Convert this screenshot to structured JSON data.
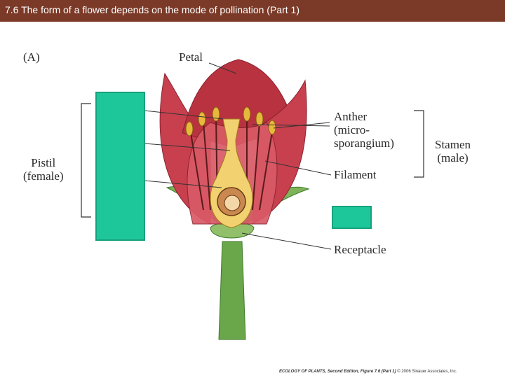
{
  "header": {
    "title": "7.6  The form of a flower depends on the mode of pollination (Part 1)"
  },
  "figure": {
    "panel_label": "(A)",
    "labels": {
      "petal": "Petal",
      "anther": "Anther\n(micro-\nsporangium)",
      "filament": "Filament",
      "receptacle": "Receptacle",
      "stamen": "Stamen\n(male)",
      "pistil": "Pistil\n(female)"
    }
  },
  "credit": {
    "book": "ECOLOGY OF PLANTS, Second Edition, Figure 7.6 (Part 1)",
    "copyright": "© 2006 Sinauer Associates, Inc."
  },
  "colors": {
    "header_bg": "#7b3a28",
    "answer_box": "#1ec79a",
    "petal": "#c8404e",
    "pistil": "#f2d270",
    "stem": "#6aa64a"
  }
}
